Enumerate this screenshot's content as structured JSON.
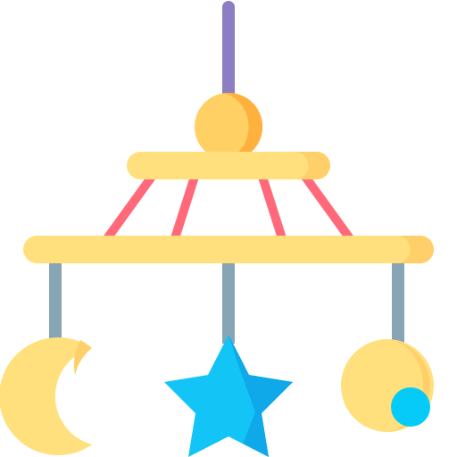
{
  "icon": {
    "name": "baby-crib-mobile-icon",
    "parts": [
      "hanging-rod",
      "top-knob",
      "upper-bar",
      "support-strings",
      "lower-bar",
      "moon-ornament",
      "star-ornament",
      "ball-ornament"
    ]
  },
  "colors": {
    "rod": "#8C7DC4",
    "string": "#FF6979",
    "bar_light": "#FFE07D",
    "bar_shade": "#FFD06A",
    "knob_light": "#FFD064",
    "knob_shade": "#FFB13E",
    "hanger": "#88A5B5",
    "moon_light": "#FFE07D",
    "moon_shade": "#FFD06A",
    "star_light": "#12C5F6",
    "star_shade": "#0FA9EA",
    "ball_light": "#FFE07D",
    "ball_shade": "#FFD06A",
    "dot": "#06CBF8"
  }
}
